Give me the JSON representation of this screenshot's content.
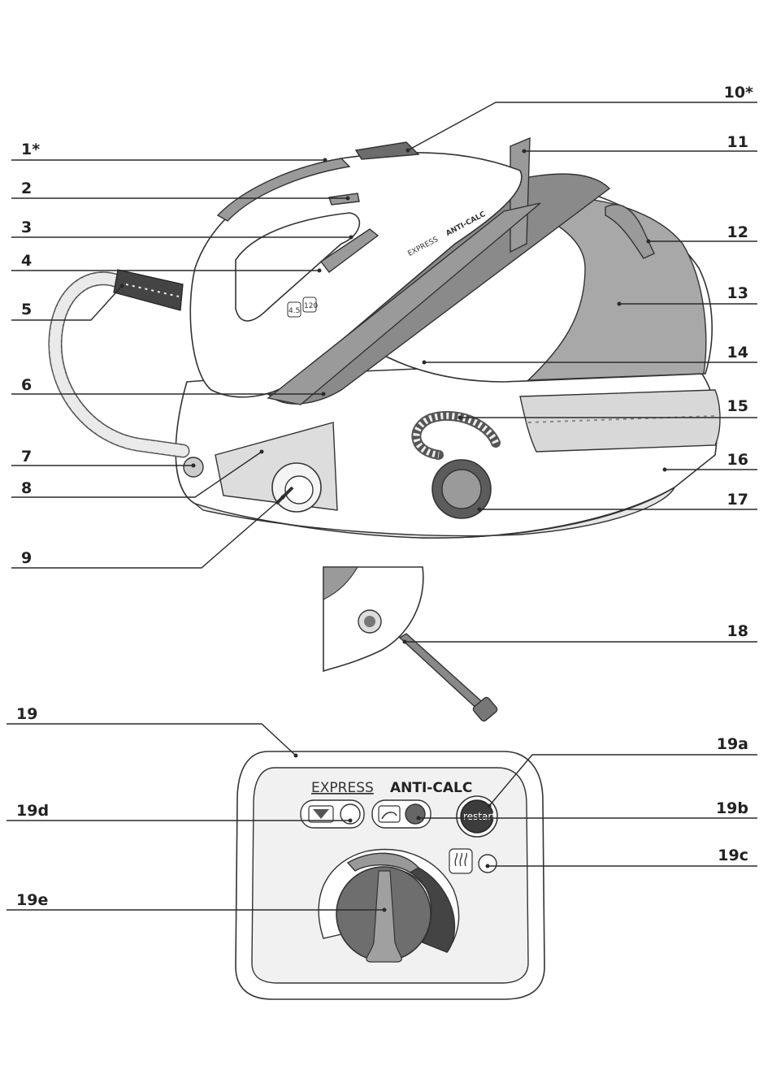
{
  "callouts": [
    {
      "id": "1",
      "text": "1*"
    },
    {
      "id": "2",
      "text": "2"
    },
    {
      "id": "3",
      "text": "3"
    },
    {
      "id": "4",
      "text": "4"
    },
    {
      "id": "5",
      "text": "5"
    },
    {
      "id": "6",
      "text": "6"
    },
    {
      "id": "7",
      "text": "7"
    },
    {
      "id": "8",
      "text": "8"
    },
    {
      "id": "9",
      "text": "9"
    },
    {
      "id": "10",
      "text": "10*"
    },
    {
      "id": "11",
      "text": "11"
    },
    {
      "id": "12",
      "text": "12"
    },
    {
      "id": "13",
      "text": "13"
    },
    {
      "id": "14",
      "text": "14"
    },
    {
      "id": "15",
      "text": "15"
    },
    {
      "id": "16",
      "text": "16"
    },
    {
      "id": "17",
      "text": "17"
    },
    {
      "id": "18",
      "text": "18"
    },
    {
      "id": "19",
      "text": "19"
    },
    {
      "id": "19a",
      "text": "19a"
    },
    {
      "id": "19b",
      "text": "19b"
    },
    {
      "id": "19c",
      "text": "19c"
    },
    {
      "id": "19d",
      "text": "19d"
    },
    {
      "id": "19e",
      "text": "19e"
    }
  ],
  "iron_text": {
    "express": "EXPRESS",
    "anti_calc": "ANTI-CALC",
    "badge_1": "4.5",
    "badge_2": "120"
  },
  "panel": {
    "express": "EXPRESS",
    "anti_calc": "ANTI-CALC",
    "restart": "restart"
  },
  "colors": {
    "line": "#2a2a2a",
    "grey": "#9a9a9a",
    "dark_grey": "#6c6c6c"
  }
}
